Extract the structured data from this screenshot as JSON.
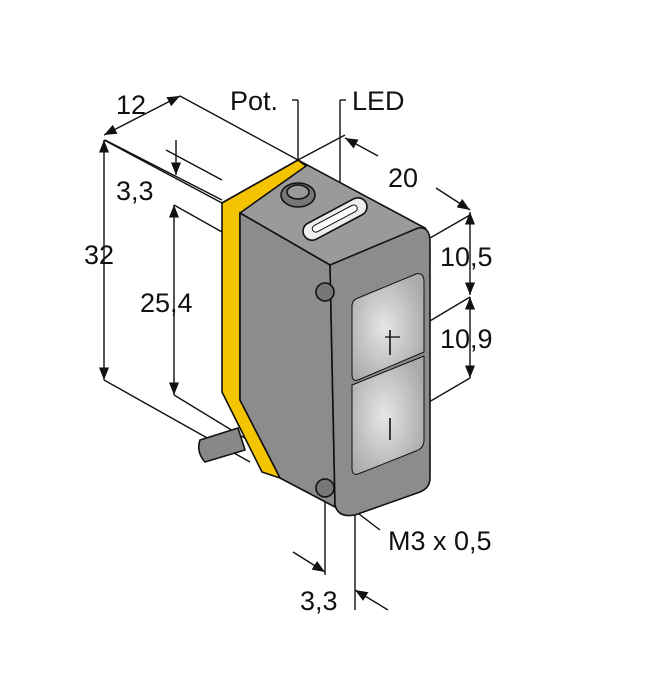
{
  "labels": {
    "width_12": "12",
    "pot": "Pot.",
    "led": "LED",
    "depth_20": "20",
    "offset_3_3_top": "3,3",
    "height_32": "32",
    "hole_25_4": "25,4",
    "lens_10_5": "10,5",
    "lens_10_9": "10,9",
    "thread": "M3 x 0,5",
    "offset_3_3_bottom": "3,3"
  },
  "colors": {
    "housing": "#8c8c8c",
    "accent_strip": "#f5c400",
    "lens": "#c8c8c8",
    "line": "#111111"
  }
}
